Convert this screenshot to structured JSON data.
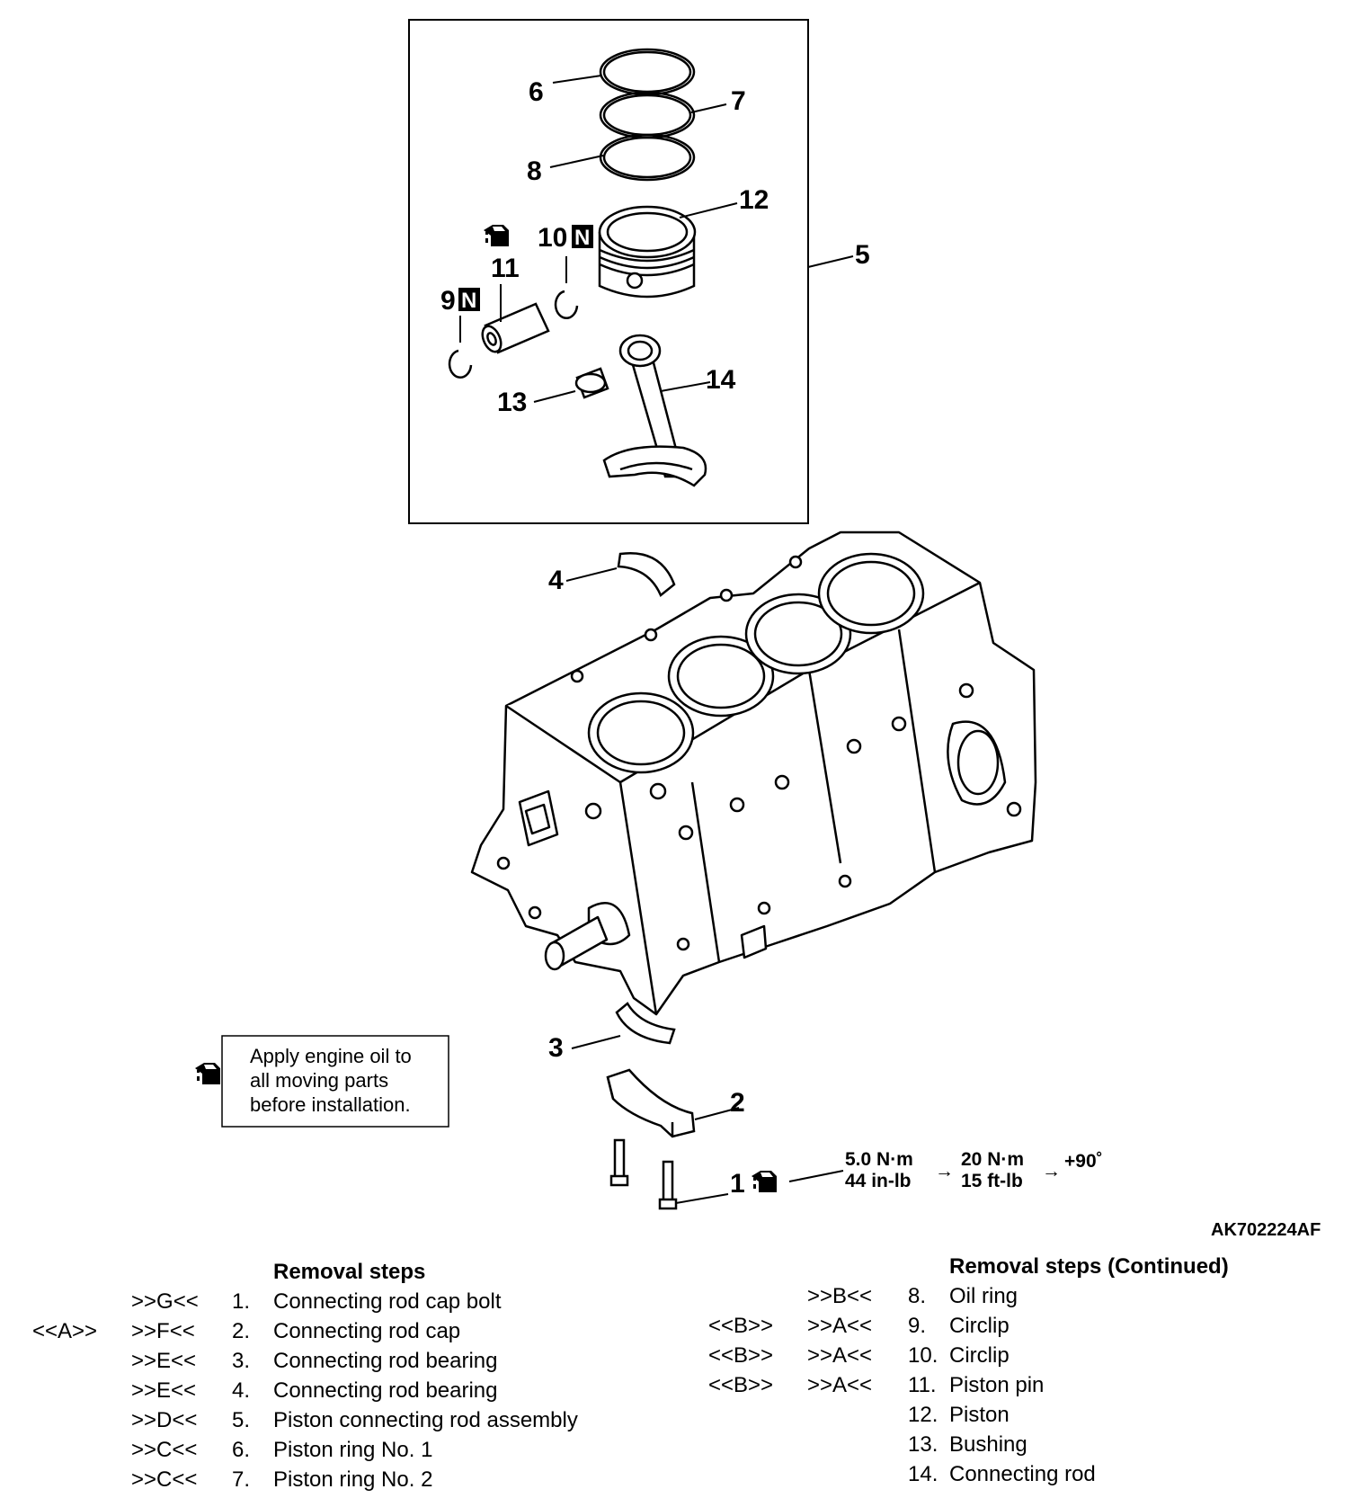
{
  "diagram": {
    "callouts": {
      "n1": "1",
      "n2": "2",
      "n3": "3",
      "n4": "4",
      "n5": "5",
      "n6": "6",
      "n7": "7",
      "n8": "8",
      "n9": "9",
      "n10": "10",
      "n11": "11",
      "n12": "12",
      "n13": "13",
      "n14": "14"
    },
    "new_part_mark": "N",
    "oil_note": {
      "line1": "Apply engine oil to",
      "line2": "all moving parts",
      "line3": "before installation."
    },
    "torque": {
      "stage1_nm": "5.0 N·m",
      "stage1_in_lb": "44 in-lb",
      "stage2_nm": "20 N·m",
      "stage2_ft_lb": "15 ft-lb",
      "arrow": "→",
      "final": "+90˚"
    },
    "figure_code": "AK702224AF"
  },
  "removal_steps": {
    "title": "Removal steps",
    "rows": [
      {
        "install": "",
        "removal": ">>G<<",
        "num": "1.",
        "name": "Connecting rod cap bolt"
      },
      {
        "install": "<<A>>",
        "removal": ">>F<<",
        "num": "2.",
        "name": "Connecting rod cap"
      },
      {
        "install": "",
        "removal": ">>E<<",
        "num": "3.",
        "name": "Connecting rod bearing"
      },
      {
        "install": "",
        "removal": ">>E<<",
        "num": "4.",
        "name": "Connecting rod bearing"
      },
      {
        "install": "",
        "removal": ">>D<<",
        "num": "5.",
        "name": "Piston connecting rod assembly"
      },
      {
        "install": "",
        "removal": ">>C<<",
        "num": "6.",
        "name": "Piston ring No. 1"
      },
      {
        "install": "",
        "removal": ">>C<<",
        "num": "7.",
        "name": "Piston ring No. 2"
      }
    ]
  },
  "removal_steps_continued": {
    "title": "Removal steps (Continued)",
    "rows": [
      {
        "install": "",
        "removal": ">>B<<",
        "num": "8.",
        "name": "Oil ring"
      },
      {
        "install": "<<B>>",
        "removal": ">>A<<",
        "num": "9.",
        "name": "Circlip"
      },
      {
        "install": "<<B>>",
        "removal": ">>A<<",
        "num": "10.",
        "name": "Circlip"
      },
      {
        "install": "<<B>>",
        "removal": ">>A<<",
        "num": "11.",
        "name": "Piston pin"
      },
      {
        "install": "",
        "removal": "",
        "num": "12.",
        "name": "Piston"
      },
      {
        "install": "",
        "removal": "",
        "num": "13.",
        "name": "Bushing"
      },
      {
        "install": "",
        "removal": "",
        "num": "14.",
        "name": "Connecting rod"
      }
    ]
  }
}
